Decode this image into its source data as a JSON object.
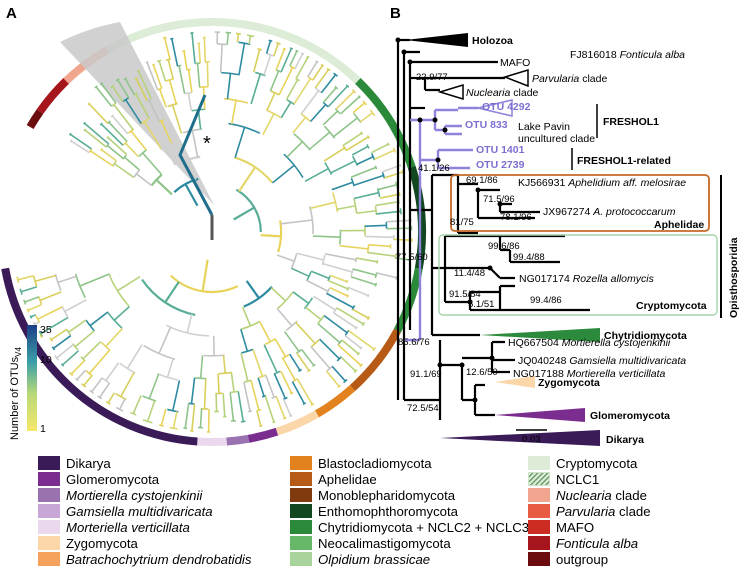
{
  "panel_a": {
    "letter": "A",
    "asterisk": "*",
    "colorbar": {
      "title": "Number of OTUs",
      "title_sub": "V4",
      "ticks": [
        "35",
        "10",
        "1"
      ]
    }
  },
  "panel_b": {
    "letter": "B",
    "scale_bar": "0.03",
    "taxa": {
      "holozoa": "Holozoa",
      "mafo": "MAFO",
      "fonticula_acc": "FJ816018",
      "fonticula_sp": "Fonticula alba",
      "parvularia": "Parvularia",
      "parvularia_suffix": "clade",
      "nuclearia": "Nuclearia",
      "nuclearia_suffix": "clade",
      "otu4292": "OTU 4292",
      "otu833": "OTU 833",
      "lake_pavin_1": "Lake Pavin",
      "lake_pavin_2": "uncultured clade",
      "freshol1": "FRESHOL1",
      "otu1401": "OTU 1401",
      "otu2739": "OTU 2739",
      "freshol1_related": "FRESHOL1-related",
      "aphelidium_acc": "KJ566931",
      "aphelidium_sp": "Aphelidium aff. melosirae",
      "protococcarum_acc": "JX967274",
      "protococcarum_sp": "A. protococcarum",
      "aphelidae": "Aphelidae",
      "rozella_acc": "NG017174",
      "rozella_sp": "Rozella allomycis",
      "cryptomycota": "Cryptomycota",
      "opisthosporidia": "Opisthosporidia",
      "chytridiomycota": "Chytridiomycota",
      "mortierella_acc": "HQ667504",
      "mortierella_sp": "Mortierella cystojenkinii",
      "gamsiella_acc": "JQ040248",
      "gamsiella_sp": "Gamsiella multidivaricata",
      "verticillata_acc": "NG017188",
      "verticillata_sp": "Mortierella verticillata",
      "zygomycota": "Zygomycota",
      "glomeromycota": "Glomeromycota",
      "dikarya": "Dikarya"
    },
    "bootstraps": [
      "22.9/77",
      "41.1/26",
      "69.1/86",
      "71.5/96",
      "78.1/96",
      "81/75",
      "77.5/60",
      "99.6/86",
      "99.4/88",
      "11.4/48",
      "91.5/84",
      "5.1/51",
      "99.4/86",
      "85.6/76",
      "91.1/69",
      "12.6/50",
      "72.5/54"
    ]
  },
  "legend": [
    {
      "label": "Dikarya",
      "color": "#3a1a57",
      "italic": false
    },
    {
      "label": "Glomeromycota",
      "color": "#7b2c8f",
      "italic": false
    },
    {
      "label": "Mortierella cystojenkinii",
      "color": "#9a72b0",
      "italic": true
    },
    {
      "label": "Gamsiella multidivaricata",
      "color": "#c8a6d6",
      "italic": true
    },
    {
      "label": "Morteriella verticillata",
      "color": "#ead9ee",
      "italic": true
    },
    {
      "label": "Zygomycota",
      "color": "#fbd6a8",
      "italic": false
    },
    {
      "label": "Batrachochytrium dendrobatidis",
      "color": "#f6a25c",
      "italic": true
    },
    {
      "label": "Blastocladiomycota",
      "color": "#e2821f",
      "italic": false
    },
    {
      "label": "Aphelidae",
      "color": "#b65a16",
      "italic": false
    },
    {
      "label": "Monoblepharidomycota",
      "color": "#7f3b0e",
      "italic": false
    },
    {
      "label": "Enthomophthoromycota",
      "color": "#12471f",
      "italic": false
    },
    {
      "label": "Chytridiomycota + NCLC2 + NCLC3",
      "color": "#2a8a3a",
      "italic": false
    },
    {
      "label": "Neocalimastigomycota",
      "color": "#66b768",
      "italic": false
    },
    {
      "label": "Olpidium brassicae",
      "color": "#a8d49c",
      "italic": true
    },
    {
      "label": "Cryptomycota",
      "color": "#dcecd6",
      "italic": false
    },
    {
      "label": "NCLC1",
      "color": "hatch",
      "italic": false
    },
    {
      "label": "Nuclearia clade",
      "color": "#f2a58e",
      "italic": "partial",
      "italic_part": "Nuclearia",
      "rest": " clade"
    },
    {
      "label": "Parvularia clade",
      "color": "#e85c44",
      "italic": "partial",
      "italic_part": "Parvularia",
      "rest": " clade"
    },
    {
      "label": "MAFO",
      "color": "#cc2b24",
      "italic": false
    },
    {
      "label": "Fonticula alba",
      "color": "#a6151c",
      "italic": true
    },
    {
      "label": "outgroup",
      "color": "#6b0c0f",
      "italic": false
    }
  ]
}
